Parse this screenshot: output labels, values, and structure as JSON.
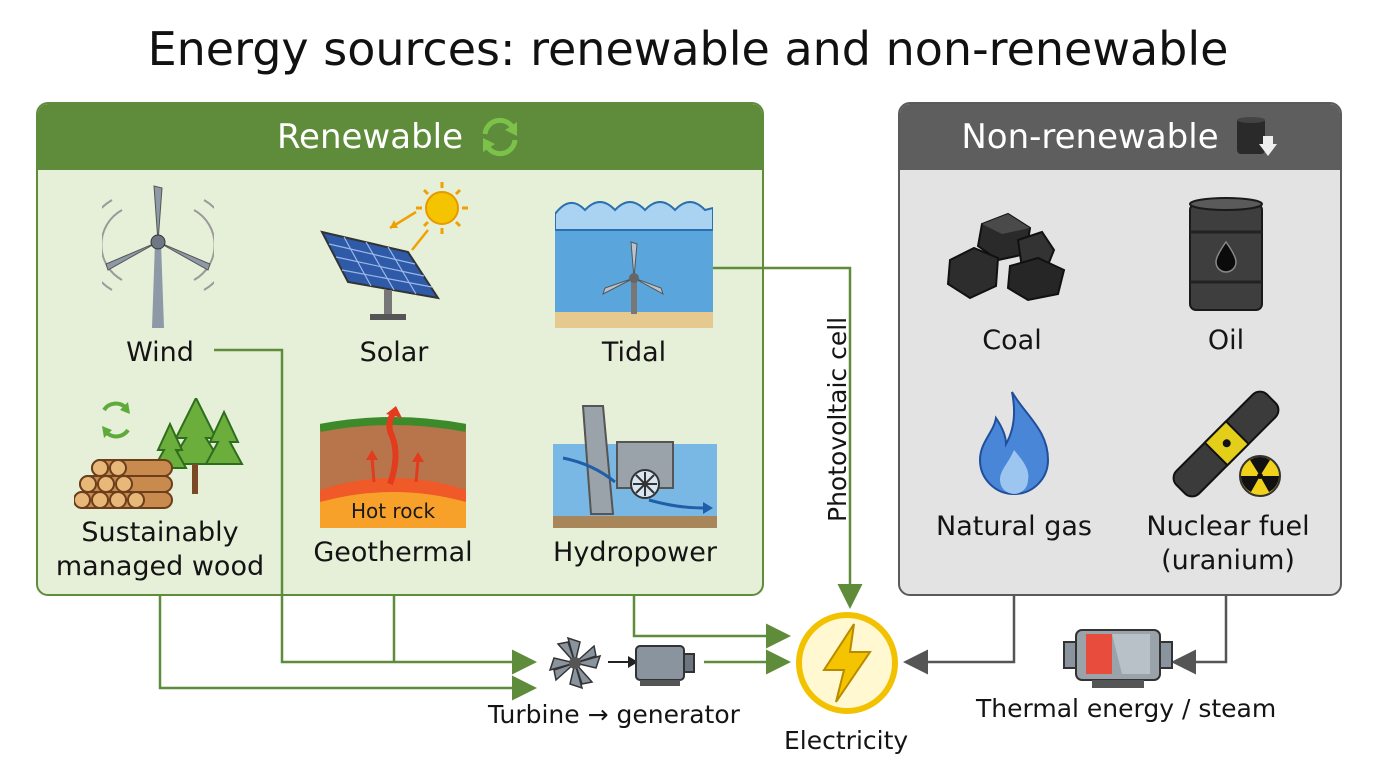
{
  "title": "Energy sources: renewable and non-renewable",
  "renewable": {
    "heading": "Renewable",
    "heading_icon": "recycle-icon",
    "sources": [
      {
        "label": "Wind",
        "icon": "wind-turbine-icon"
      },
      {
        "label": "Solar",
        "icon": "solar-panel-icon"
      },
      {
        "label": "Tidal",
        "icon": "tidal-turbine-icon"
      },
      {
        "label": "Sustainably managed wood",
        "icon": "wood-logs-trees-icon"
      },
      {
        "label": "Geothermal",
        "icon": "geothermal-icon",
        "inner_label": "Hot rock"
      },
      {
        "label": "Hydropower",
        "icon": "hydro-dam-icon"
      }
    ]
  },
  "non_renewable": {
    "heading": "Non-renewable",
    "heading_icon": "barrel-depletion-icon",
    "sources": [
      {
        "label": "Coal",
        "icon": "coal-icon"
      },
      {
        "label": "Oil",
        "icon": "oil-barrel-icon"
      },
      {
        "label": "Natural gas",
        "icon": "flame-icon"
      },
      {
        "label": "Nuclear fuel",
        "label_line2": "(uranium)",
        "icon": "uranium-rod-icon"
      }
    ]
  },
  "flows": {
    "photovoltaic": "Photovoltaic cell",
    "turbine": "Turbine → generator",
    "electricity": "Electricity",
    "thermal": "Thermal energy / steam"
  },
  "colors": {
    "renewable_green": "#5e8c3a",
    "renewable_bg": "#e6f0d8",
    "nonrenewable_gray": "#5e5e5e",
    "nonrenewable_bg": "#e3e3e3",
    "electricity_yellow": "#f2c200"
  }
}
